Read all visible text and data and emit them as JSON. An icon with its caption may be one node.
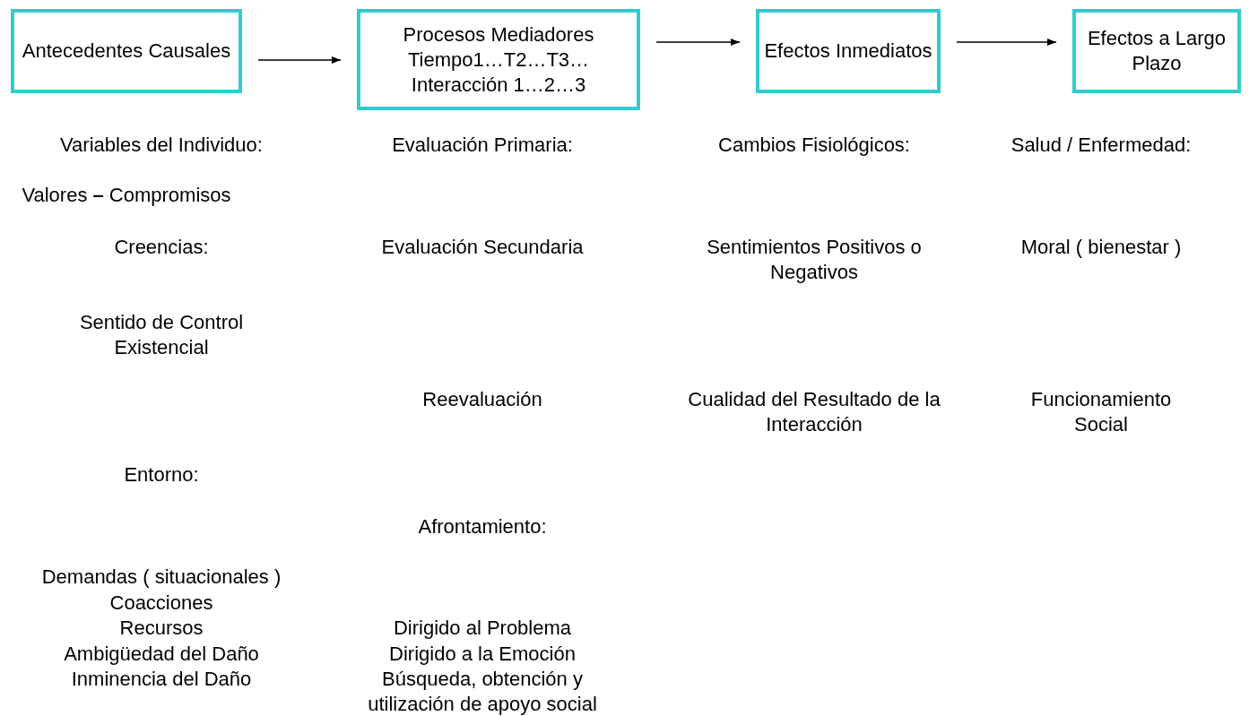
{
  "diagram": {
    "nodes": [
      {
        "text": [
          "Antecedentes Causales"
        ]
      },
      {
        "text": [
          "Procesos Mediadores",
          "Tiempo1…T2…T3…",
          "Interacción 1…2…3"
        ]
      },
      {
        "text": [
          "Efectos Inmediatos"
        ]
      },
      {
        "text": [
          "Efectos a Largo Plazo"
        ]
      }
    ],
    "edges": [
      {
        "from": 0,
        "to": 1,
        "arrow": "to"
      },
      {
        "from": 1,
        "to": 2,
        "arrow": "to"
      },
      {
        "from": 2,
        "to": 3,
        "arrow": "to"
      }
    ],
    "labels": [
      "Variables del Individuo:",
      "Valores **–** Compromisos",
      "Creencias:",
      "Sentido de Control Existencial",
      "Entorno:",
      "Demandas ( situacionales )",
      "Coacciones",
      "Recursos",
      "Ambigüedad del Daño",
      "Inminencia del Daño",
      "Evaluación Primaria:",
      "Evaluación Secundaria",
      "Reevaluación",
      "Afrontamiento:",
      "Dirigido al Problema",
      "Dirigido a la Emoción",
      "Búsqueda, obtención y utilización de apoyo social",
      "Cambios Fisiológicos:",
      "Sentimientos Positivos o Negativos",
      "Cualidad del Resultado de la Interacción",
      "Salud / Enfermedad:",
      "Moral ( bienestar )",
      "Funcionamiento Social"
    ]
  }
}
